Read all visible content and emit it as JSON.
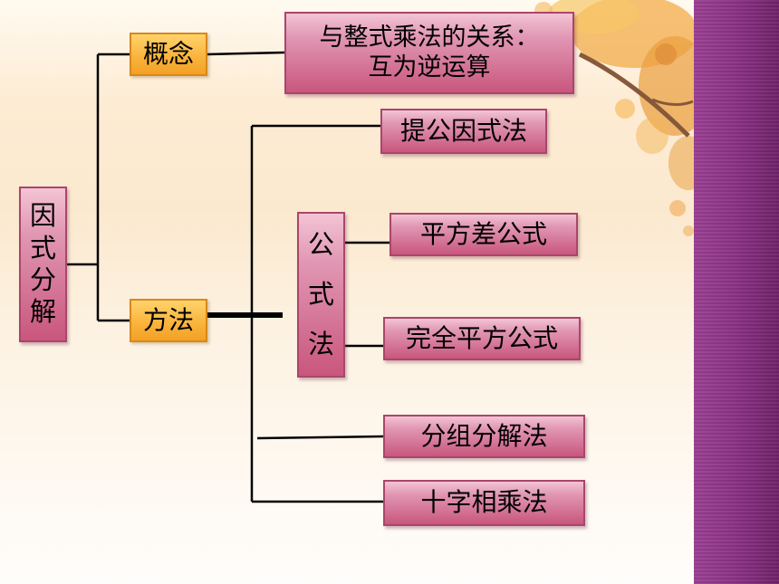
{
  "diagram": {
    "root": {
      "chars": [
        "因",
        "式",
        "分",
        "解"
      ]
    },
    "concept": {
      "label": "概念",
      "detail": {
        "line1": "与整式乘法的关系：",
        "line2": "互为逆运算"
      }
    },
    "method": {
      "label": "方法",
      "items": [
        {
          "label": "提公因式法"
        },
        {
          "group": [
            "公",
            "式",
            "法"
          ],
          "subitems": [
            {
              "label": "平方差公式"
            },
            {
              "label": "完全平方公式"
            }
          ]
        },
        {
          "label": "分组分解法"
        },
        {
          "label": "十字相乘法"
        }
      ]
    }
  },
  "colors": {
    "pink_box": "#d36f93",
    "orange_box": "#f9b23a",
    "sidebar": "#8c3287",
    "lines": "#000000"
  }
}
